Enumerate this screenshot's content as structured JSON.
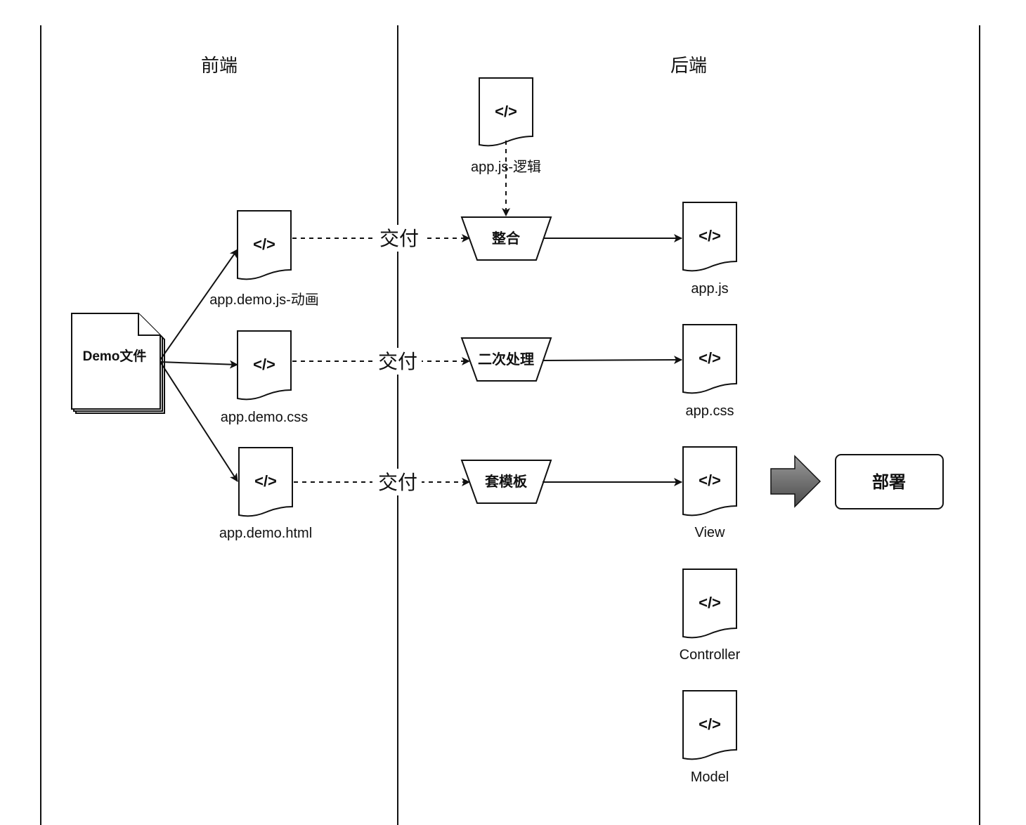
{
  "lanes": {
    "frontend": "前端",
    "backend": "后端"
  },
  "demo_file": {
    "label": "Demo文件"
  },
  "code_glyph": "</>",
  "frontend_docs": [
    {
      "label": "app.demo.js-动画"
    },
    {
      "label": "app.demo.css"
    },
    {
      "label": "app.demo.html"
    }
  ],
  "deliver_label": "交付",
  "logic_doc": {
    "label": "app.js-逻辑"
  },
  "processes": [
    {
      "label": "整合"
    },
    {
      "label": "二次处理"
    },
    {
      "label": "套模板"
    }
  ],
  "backend_docs": [
    {
      "label": "app.js"
    },
    {
      "label": "app.css"
    },
    {
      "label": "View"
    },
    {
      "label": "Controller"
    },
    {
      "label": "Model"
    }
  ],
  "deploy": {
    "label": "部署"
  },
  "colors": {
    "arrow_fill_top": "#9a9a9a",
    "arrow_fill_bottom": "#4a4a4a",
    "stroke": "#111111"
  }
}
